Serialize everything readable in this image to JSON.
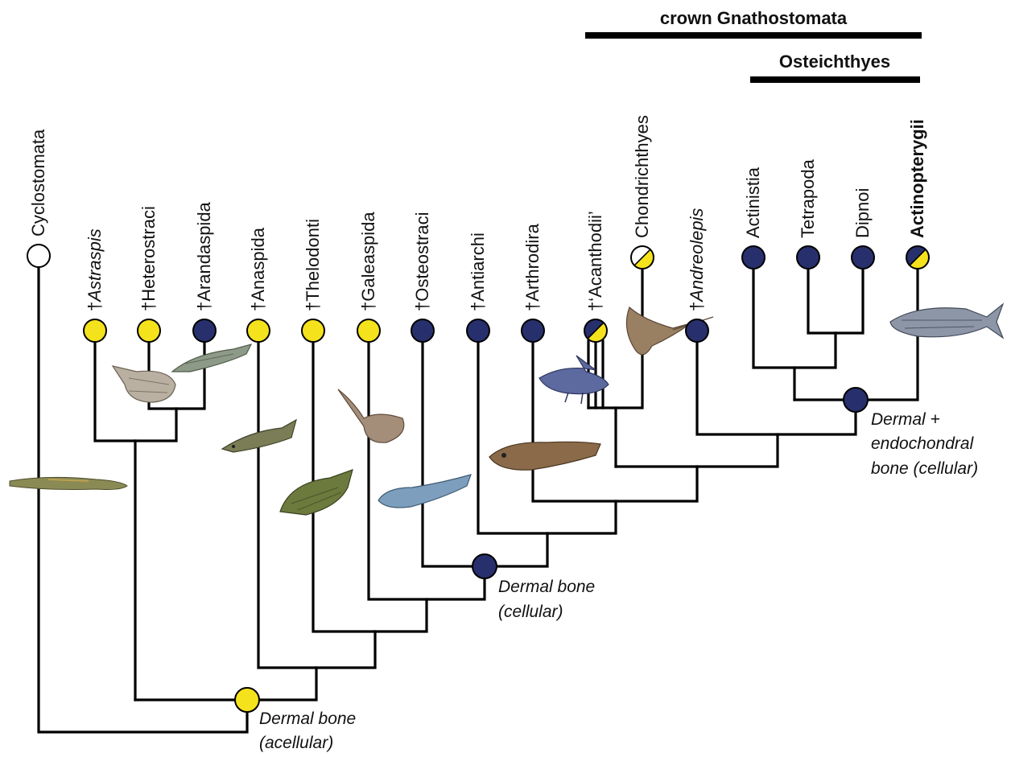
{
  "colors": {
    "yellow": "#f4e21c",
    "blue": "#27306c",
    "white": "#ffffff",
    "line": "#000000"
  },
  "clades": {
    "crown": "crown Gnathostomata",
    "osteichthyes": "Osteichthyes"
  },
  "taxa": [
    {
      "id": "cyclostomata",
      "label": "Cyclostomata",
      "dagger": "",
      "italic": false,
      "bold": false,
      "state": "white"
    },
    {
      "id": "astraspis",
      "label": "Astraspis",
      "dagger": "†",
      "italic": true,
      "bold": false,
      "state": "yellow"
    },
    {
      "id": "heterostraci",
      "label": "Heterostraci",
      "dagger": "†",
      "italic": false,
      "bold": false,
      "state": "yellow"
    },
    {
      "id": "arandaspida",
      "label": "Arandaspida",
      "dagger": "†",
      "italic": false,
      "bold": false,
      "state": "blue"
    },
    {
      "id": "anaspida",
      "label": "Anaspida",
      "dagger": "†",
      "italic": false,
      "bold": false,
      "state": "yellow"
    },
    {
      "id": "thelodonti",
      "label": "Thelodonti",
      "dagger": "†",
      "italic": false,
      "bold": false,
      "state": "yellow"
    },
    {
      "id": "galeaspida",
      "label": "Galeaspida",
      "dagger": "†",
      "italic": false,
      "bold": false,
      "state": "yellow"
    },
    {
      "id": "osteostraci",
      "label": "Osteostraci",
      "dagger": "†",
      "italic": false,
      "bold": false,
      "state": "blue"
    },
    {
      "id": "antiarchi",
      "label": "Antiarchi",
      "dagger": "†",
      "italic": false,
      "bold": false,
      "state": "blue"
    },
    {
      "id": "arthrodira",
      "label": "Arthrodira",
      "dagger": "†",
      "italic": false,
      "bold": false,
      "state": "blue"
    },
    {
      "id": "acanthodii",
      "label": "‘Acanthodii’",
      "dagger": "†",
      "italic": false,
      "bold": false,
      "state": "split"
    },
    {
      "id": "chondrichthyes",
      "label": "Chondrichthyes",
      "dagger": "",
      "italic": false,
      "bold": false,
      "state": "split-white"
    },
    {
      "id": "andreolepis",
      "label": "Andreolepis",
      "dagger": "†",
      "italic": true,
      "bold": false,
      "state": "blue"
    },
    {
      "id": "actinistia",
      "label": "Actinistia",
      "dagger": "",
      "italic": false,
      "bold": false,
      "state": "blue"
    },
    {
      "id": "tetrapoda",
      "label": "Tetrapoda",
      "dagger": "",
      "italic": false,
      "bold": false,
      "state": "blue"
    },
    {
      "id": "dipnoi",
      "label": "Dipnoi",
      "dagger": "",
      "italic": false,
      "bold": false,
      "state": "blue"
    },
    {
      "id": "actinopterygii",
      "label": "Actinopterygii",
      "dagger": "",
      "italic": false,
      "bold": true,
      "state": "split"
    }
  ],
  "notes": {
    "acellular": [
      "Dermal bone",
      "(acellular)"
    ],
    "cellular": [
      "Dermal bone",
      "(cellular)"
    ],
    "endochondral": [
      "Dermal  +",
      "endochondral",
      "bone (cellular)"
    ]
  }
}
